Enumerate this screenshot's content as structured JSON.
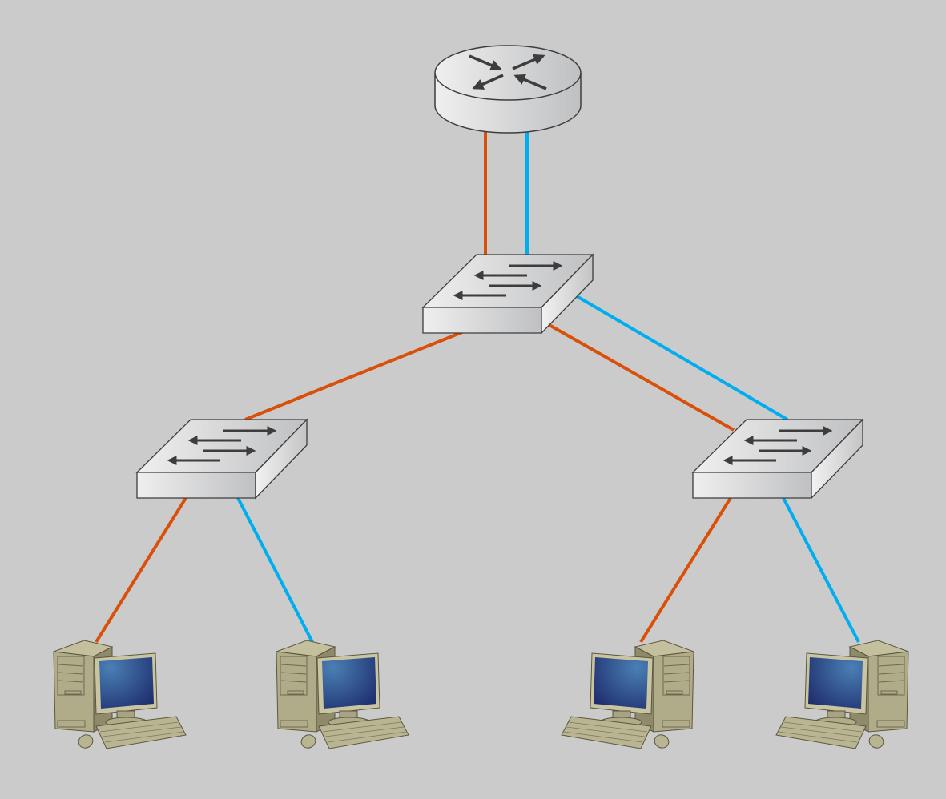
{
  "diagram": {
    "type": "network-topology",
    "colors": {
      "background": "#cbcbcb",
      "link_orange": "#d9500a",
      "link_blue": "#00aeef",
      "device_outline": "#3d3d3d",
      "pc_beige": "#b0ab88",
      "screen_blue": "#2a4a85"
    },
    "nodes": [
      {
        "id": "router",
        "kind": "router"
      },
      {
        "id": "core-switch",
        "kind": "switch"
      },
      {
        "id": "left-switch",
        "kind": "switch"
      },
      {
        "id": "right-switch",
        "kind": "switch"
      },
      {
        "id": "pc-1",
        "kind": "pc"
      },
      {
        "id": "pc-2",
        "kind": "pc"
      },
      {
        "id": "pc-3",
        "kind": "pc"
      },
      {
        "id": "pc-4",
        "kind": "pc"
      }
    ],
    "links": [
      {
        "from": "router",
        "to": "core-switch",
        "color": "orange"
      },
      {
        "from": "router",
        "to": "core-switch",
        "color": "blue"
      },
      {
        "from": "core-switch",
        "to": "left-switch",
        "color": "orange"
      },
      {
        "from": "core-switch",
        "to": "right-switch",
        "color": "orange"
      },
      {
        "from": "core-switch",
        "to": "right-switch",
        "color": "blue"
      },
      {
        "from": "left-switch",
        "to": "pc-1",
        "color": "orange"
      },
      {
        "from": "left-switch",
        "to": "pc-2",
        "color": "blue"
      },
      {
        "from": "right-switch",
        "to": "pc-3",
        "color": "orange"
      },
      {
        "from": "right-switch",
        "to": "pc-4",
        "color": "blue"
      }
    ]
  }
}
